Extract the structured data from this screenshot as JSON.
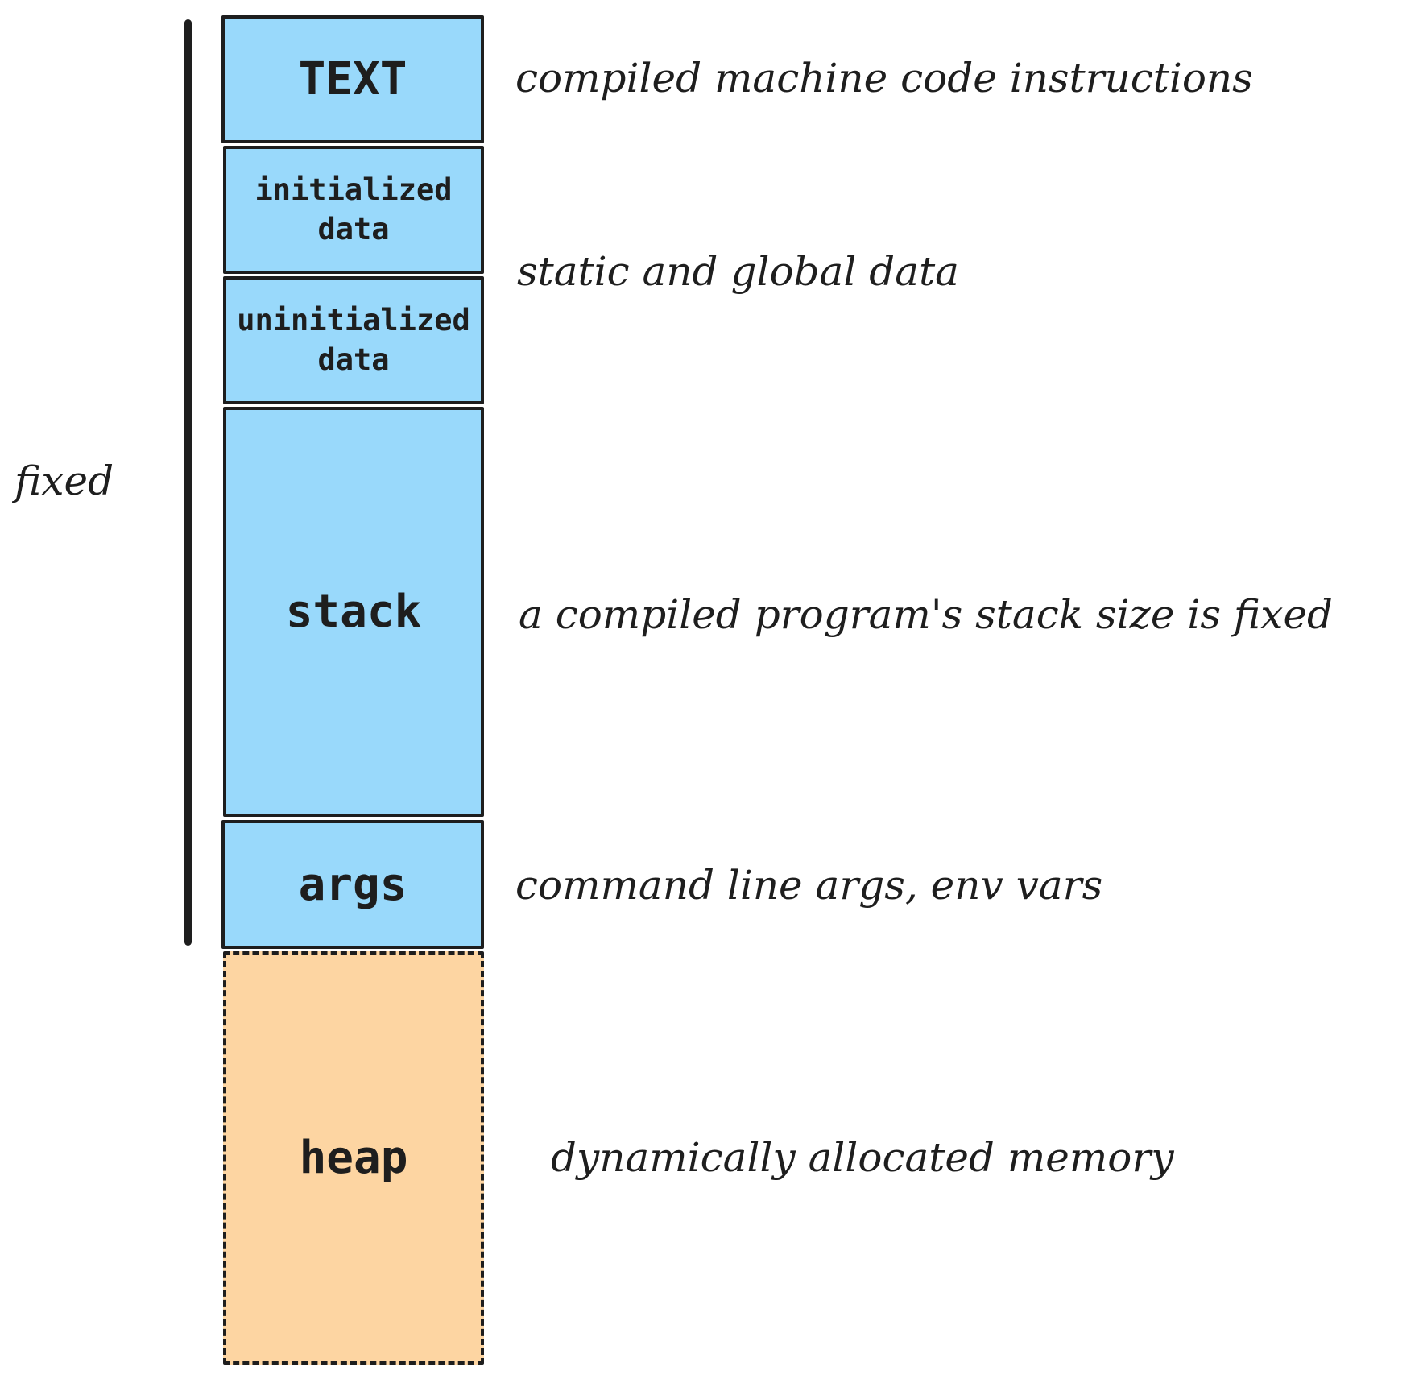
{
  "segments": {
    "text": {
      "label": "TEXT"
    },
    "initialized": {
      "line1": "initialized",
      "line2": "data"
    },
    "uninitialized": {
      "line1": "uninitialized",
      "line2": "data"
    },
    "stack": {
      "label": "stack"
    },
    "args": {
      "label": "args"
    },
    "heap": {
      "label": "heap"
    }
  },
  "annotations": {
    "text": "compiled machine code instructions",
    "data": "static and global data",
    "stack": "a compiled program's stack size is fixed",
    "args": "command line args, env vars",
    "heap": "dynamically allocated memory"
  },
  "bracket": {
    "label": "fixed"
  },
  "colors": {
    "fixed_segment": "#99d9fb",
    "heap_segment": "#fdd5a2",
    "stroke": "#1e1e1e"
  }
}
